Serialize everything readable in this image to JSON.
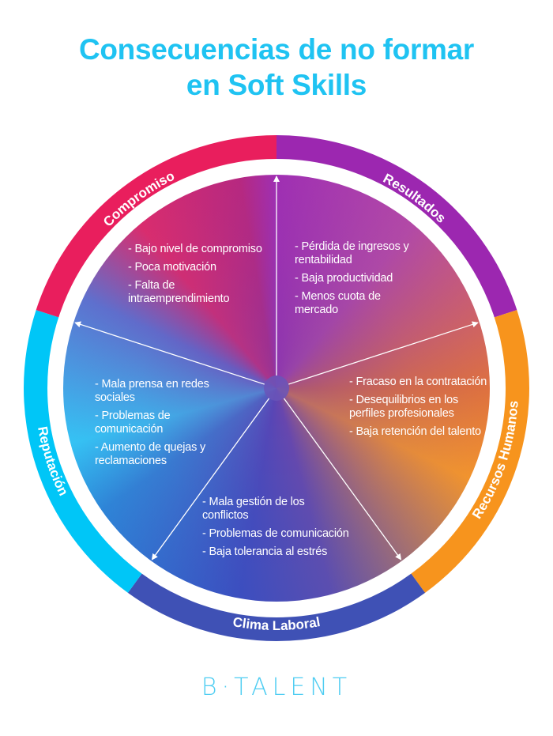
{
  "title": {
    "line1": "Consecuencias de no formar",
    "line2": "en Soft Skills"
  },
  "segments": [
    {
      "label": "Resultados",
      "color": "#9c27b0",
      "items": [
        "- Pérdida de ingresos y rentabilidad",
        "- Baja productividad",
        "- Menos cuota de mercado"
      ]
    },
    {
      "label": "Recursos Humanos",
      "color": "#f7941d",
      "items": [
        "- Fracaso en la contratación",
        "- Desequilibrios en los perfiles profesionales",
        "- Baja retención del talento"
      ]
    },
    {
      "label": "Clima Laboral",
      "color": "#3f51b5",
      "items": [
        "- Mala gestión de los conflictos",
        "- Problemas de comunicación",
        "- Baja tolerancia al estrés"
      ]
    },
    {
      "label": "Reputación",
      "color": "#00c6f7",
      "items": [
        "- Mala prensa en redes sociales",
        "- Problemas de comunicación",
        "- Aumento de quejas y reclamaciones"
      ]
    },
    {
      "label": "Compromiso",
      "color": "#e91e5d",
      "items": [
        "- Bajo nivel de compromiso",
        "- Poca motivación",
        "- Falta de intraemprendimiento"
      ]
    }
  ],
  "logo": "B·TALENT"
}
